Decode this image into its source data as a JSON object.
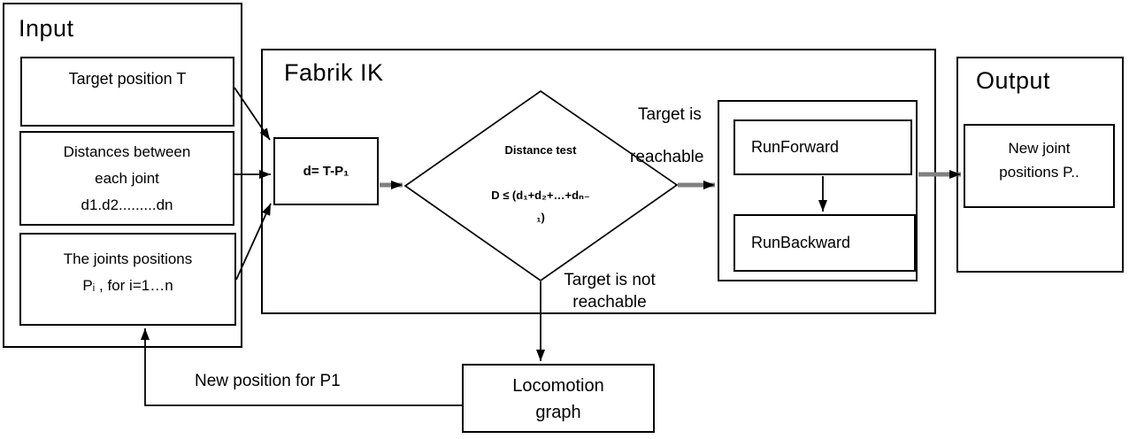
{
  "input": {
    "title": "Input",
    "box1_line1": "Target position T",
    "box2_line1": "Distances between",
    "box2_line2": "each joint",
    "box2_line3": "d1.d2.........dn",
    "box3_line1": "The joints positions",
    "box3_line2": "Pᵢ , for i=1…n"
  },
  "fabrik": {
    "title": "Fabrik IK",
    "d_formula": "d= T-P₁",
    "diamond_line1": "Distance test",
    "diamond_line2": "D ≤ (d₁+d₂+…+dₙ₋",
    "diamond_line3": "₁)",
    "run_forward": "RunForward",
    "run_backward": "RunBackward"
  },
  "output": {
    "title": "Output",
    "box_line1": "New joint",
    "box_line2": "positions P.."
  },
  "locomotion": {
    "line1": "Locomotion",
    "line2": "graph"
  },
  "labels": {
    "reachable_line1": "Target is",
    "reachable_line2": "reachable",
    "not_reachable_line1": "Target is not",
    "not_reachable_line2": "reachable",
    "feedback": "New position for P1"
  },
  "colors": {
    "line": "#000000",
    "thick_arrow": "#808080",
    "background": "#ffffff",
    "text": "#000000"
  }
}
